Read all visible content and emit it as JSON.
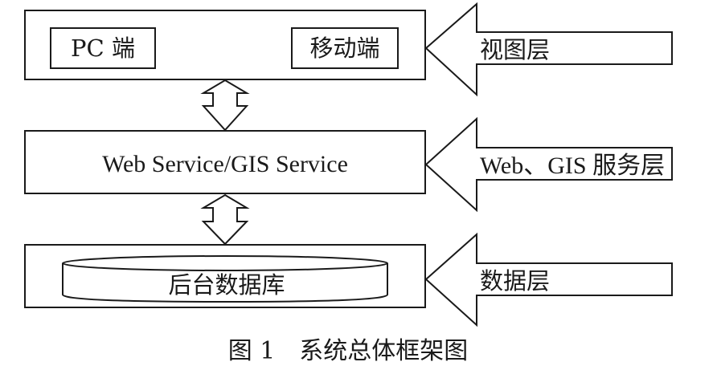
{
  "view_layer": {
    "pc_label": "PC 端",
    "mobile_label": "移动端",
    "side_label": "视图层"
  },
  "service_layer": {
    "box_label": "Web Service/GIS Service",
    "side_label": "Web、GIS 服务层"
  },
  "data_layer": {
    "db_label": "后台数据库",
    "side_label": "数据层"
  },
  "caption": "图 1　系统总体框架图"
}
